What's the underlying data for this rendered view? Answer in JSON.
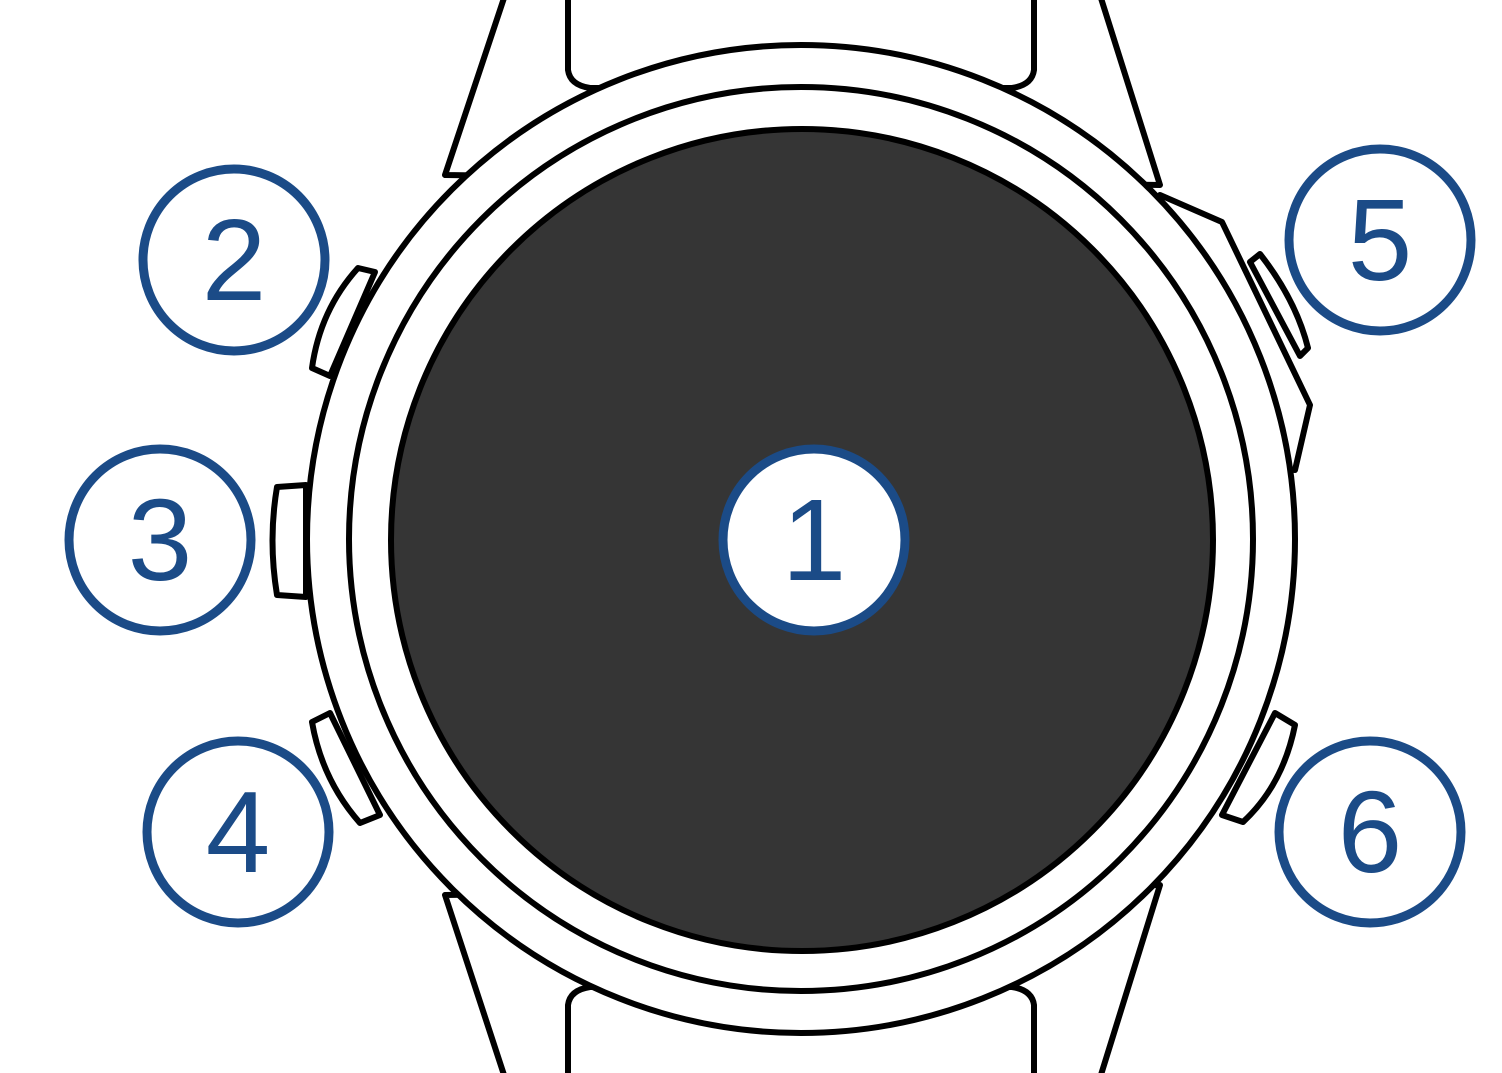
{
  "colors": {
    "accent": "#1b4b87",
    "screen": "#353535",
    "outline": "#000000",
    "background": "#ffffff"
  },
  "callouts": [
    {
      "id": "1",
      "label": "1",
      "target": "touchscreen"
    },
    {
      "id": "2",
      "label": "2",
      "target": "upper-left-button"
    },
    {
      "id": "3",
      "label": "3",
      "target": "middle-left-button"
    },
    {
      "id": "4",
      "label": "4",
      "target": "lower-left-button"
    },
    {
      "id": "5",
      "label": "5",
      "target": "upper-right-button"
    },
    {
      "id": "6",
      "label": "6",
      "target": "lower-right-button"
    }
  ]
}
